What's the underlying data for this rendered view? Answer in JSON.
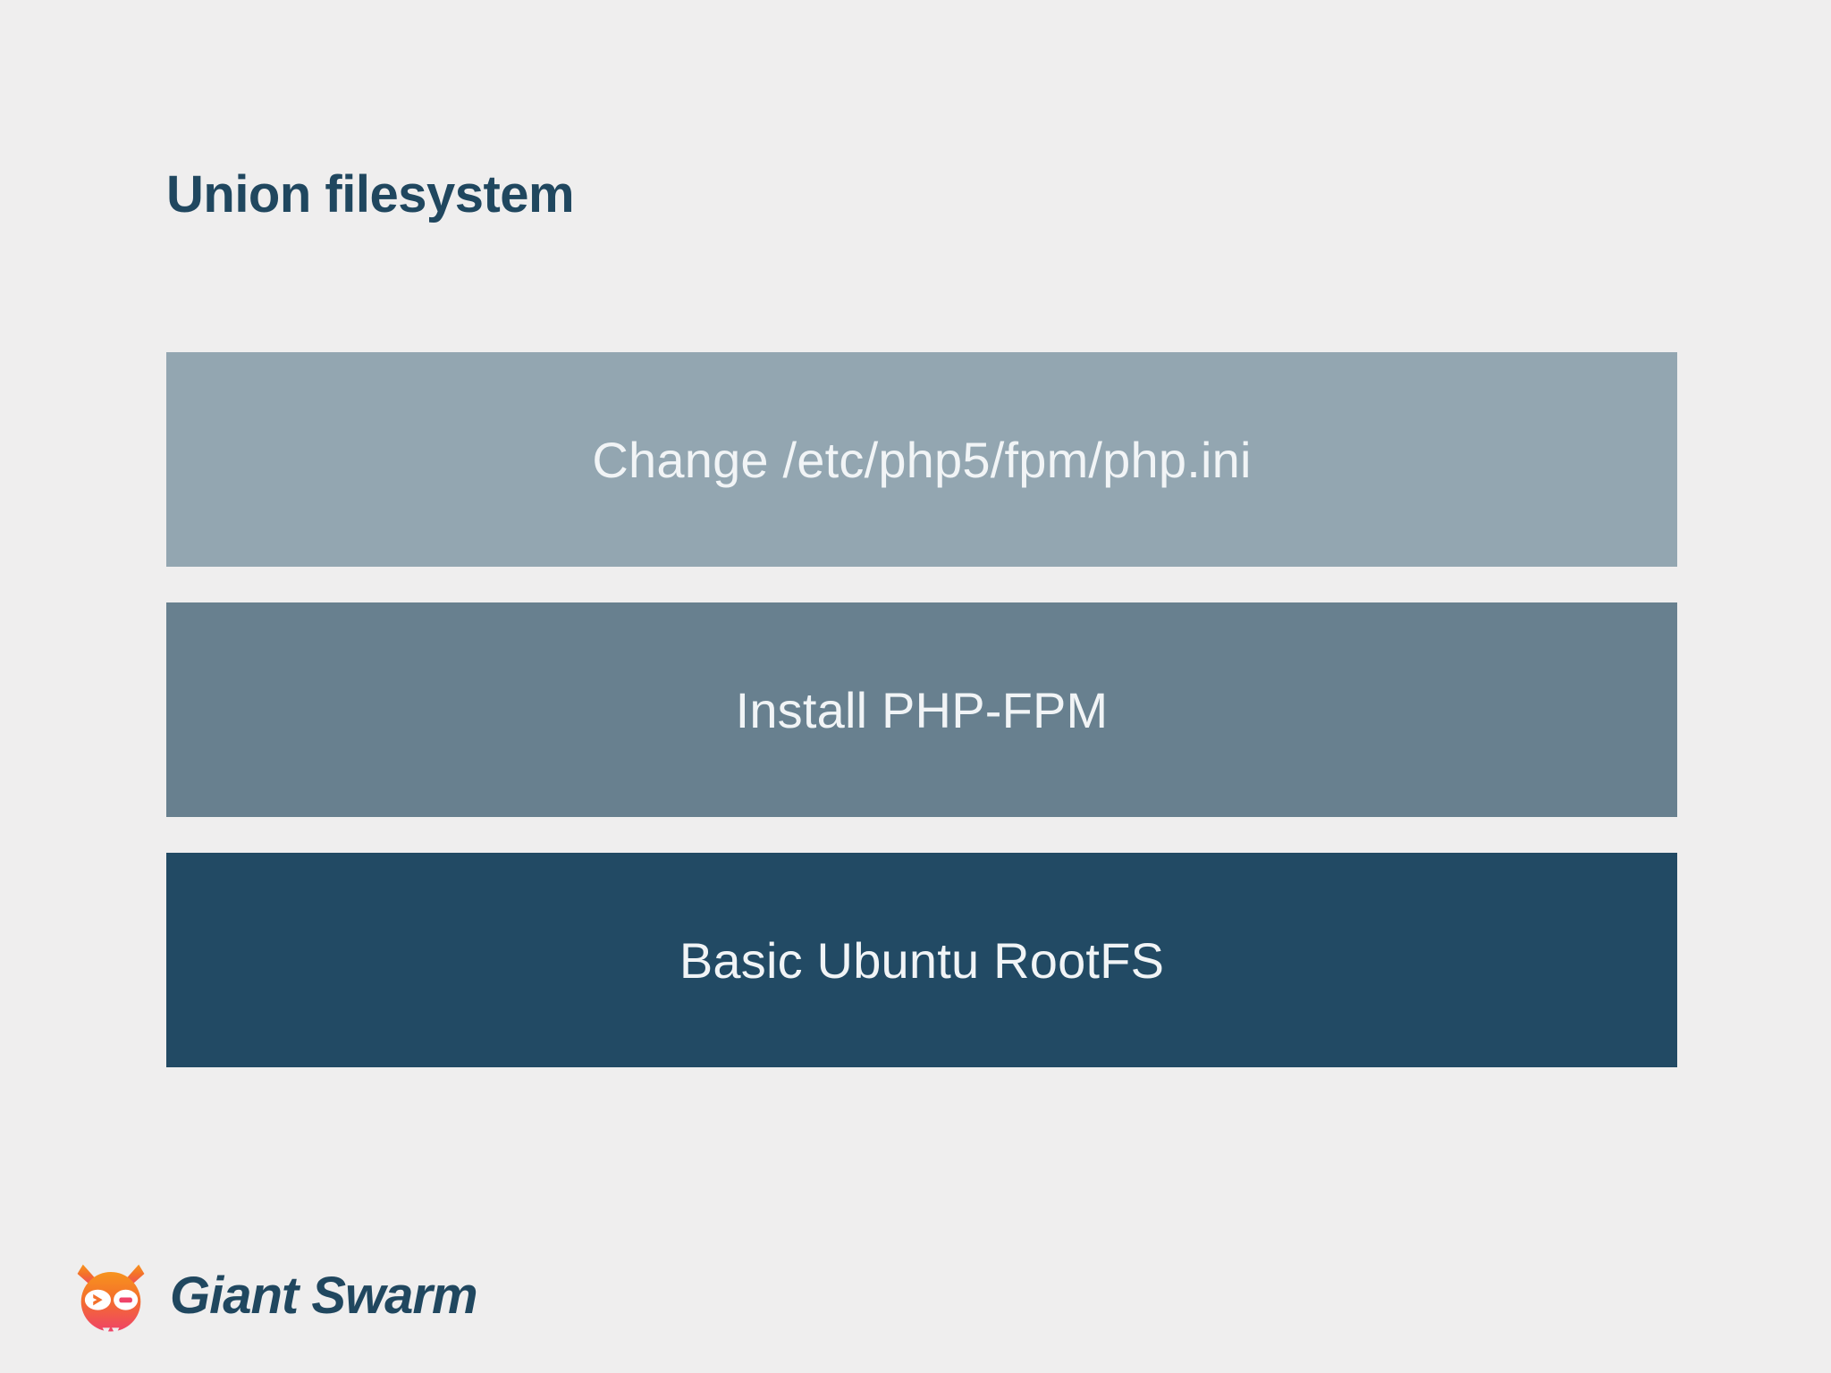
{
  "slide": {
    "title": "Union filesystem",
    "background_color": "#efeeee",
    "title_color": "#20475f"
  },
  "layers": [
    {
      "label": "Change /etc/php5/fpm/php.ini",
      "color": "#93a6b1",
      "text_color": "#f1f4f6",
      "position": "top"
    },
    {
      "label": "Install PHP-FPM",
      "color": "#68808f",
      "text_color": "#f1f4f6",
      "position": "middle"
    },
    {
      "label": "Basic Ubuntu RootFS",
      "color": "#224a64",
      "text_color": "#f1f4f6",
      "position": "bottom"
    }
  ],
  "logo": {
    "wordmark": "Giant Swarm",
    "wordmark_color": "#20475f",
    "mark_name": "giant-swarm-mascot-icon",
    "mark_gradient_from": "#f58220",
    "mark_gradient_to": "#ef4368"
  }
}
